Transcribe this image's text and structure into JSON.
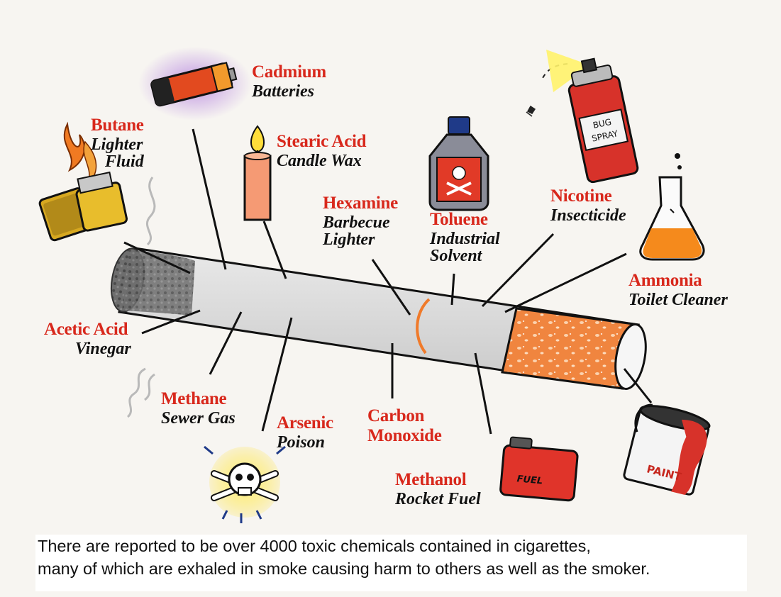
{
  "colors": {
    "chemical": "#d8281c",
    "use": "#111111",
    "filter": "#f08a45",
    "paper": "#dcdcdc",
    "background": "#f7f5f1"
  },
  "labels": {
    "cadmium": {
      "chemical": "Cadmium",
      "use": [
        "Batteries"
      ]
    },
    "butane": {
      "chemical": "Butane",
      "use": [
        "Lighter",
        "Fluid"
      ]
    },
    "stearic": {
      "chemical": "Stearic Acid",
      "use": [
        "Candle Wax"
      ]
    },
    "hexamine": {
      "chemical": "Hexamine",
      "use": [
        "Barbecue",
        "Lighter"
      ]
    },
    "toluene": {
      "chemical": "Toluene",
      "use": [
        "Industrial",
        "Solvent"
      ]
    },
    "nicotine": {
      "chemical": "Nicotine",
      "use": [
        "Insecticide"
      ]
    },
    "ammonia": {
      "chemical": "Ammonia",
      "use": [
        "Toilet Cleaner"
      ]
    },
    "acetic": {
      "chemical": "Acetic Acid",
      "use": [
        "Vinegar"
      ]
    },
    "methane": {
      "chemical": "Methane",
      "use": [
        "Sewer Gas"
      ]
    },
    "arsenic": {
      "chemical": "Arsenic",
      "use": [
        "Poison"
      ]
    },
    "carbon": {
      "chemical": "Carbon",
      "use": [
        "Monoxide"
      ]
    },
    "methanol": {
      "chemical": "Methanol",
      "use": [
        "Rocket Fuel"
      ]
    }
  },
  "icons": {
    "spray_can_text": [
      "BUG",
      "SPRAY"
    ],
    "fuel_can_text": "FUEL",
    "paint_can_text": "PAINT"
  },
  "caption": {
    "line1": "There are reported to be over 4000 toxic chemicals contained in cigarettes,",
    "line2": "many of which are exhaled in smoke causing harm to others as well as the smoker."
  }
}
